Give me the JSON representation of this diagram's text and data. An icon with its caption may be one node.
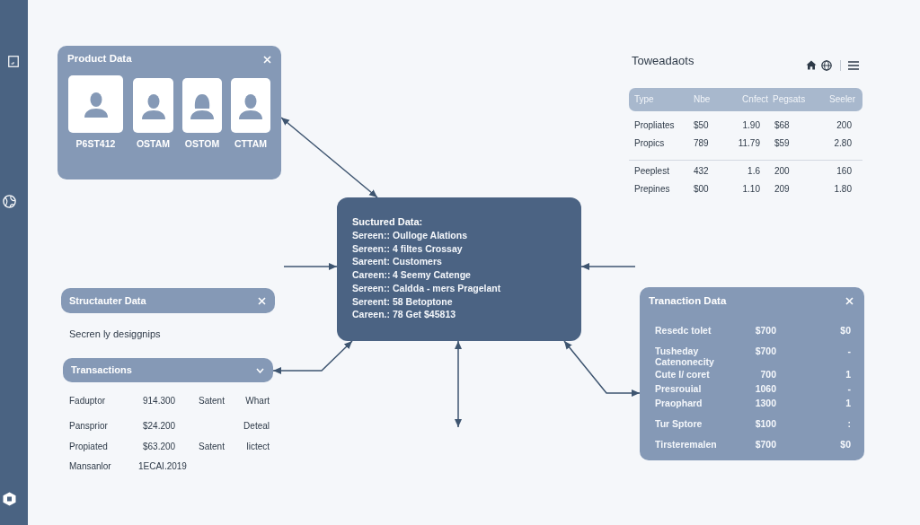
{
  "diagram": {
    "nodes": [
      {
        "text": [
          "Product Data"
        ]
      },
      {
        "text": [
          "P6ST412"
        ],
        "in": 0
      },
      {
        "text": [
          "OSTAM"
        ],
        "in": 0
      },
      {
        "text": [
          "OSTOM"
        ],
        "in": 0
      },
      {
        "text": [
          "CTTAM"
        ],
        "in": 0
      },
      {
        "text": [
          "Type",
          "Nbe",
          "Cnfect",
          "Pegsats",
          "Seeler"
        ]
      },
      {
        "text": [
          "Suctured Data:",
          "Sereen::",
          "Oulloge Alations",
          "Sereen::",
          "4 filtes Crossay",
          "Sareent:",
          "Customers",
          "Careen::",
          "4 Seemy Catenge",
          "Sereen::",
          "Caldda - mers Pragelant",
          "Sereent:",
          "58 Betoptone",
          "Careen.:",
          "78 Get $45813"
        ]
      },
      {
        "text": [
          "Structauter Data"
        ]
      },
      {
        "text": [
          "Transactions"
        ]
      },
      {
        "text": [
          "Tranaction Data",
          "Resedc tolet",
          "$700",
          "$0",
          "Tusheday Catenonecity",
          "$700",
          "-",
          "Cute I/ coret",
          "700",
          "1",
          "Presrouial",
          "1060",
          "-",
          "Praophard",
          "1300",
          "1",
          "Tur Sptore",
          "$100",
          ":",
          "Tirsteremalen",
          "$700",
          "$0"
        ]
      }
    ],
    "edges": [
      {
        "from": 0,
        "to": 6,
        "arrow": "both"
      },
      {
        "from": null,
        "to": 6,
        "arrow": "to"
      },
      {
        "from": null,
        "to": 6,
        "arrow": "to"
      },
      {
        "from": 6,
        "to": 8,
        "arrow": "both"
      },
      {
        "from": 6,
        "to": null,
        "arrow": "both"
      },
      {
        "from": 6,
        "to": 9,
        "arrow": "both"
      }
    ],
    "labels": [
      "Toweadaots",
      "Propliates",
      "$50",
      "1.90",
      "$68",
      "200",
      "Propics",
      "789",
      "11.79",
      "$59",
      "2.80",
      "Peeplest",
      "432",
      "1.6",
      "200",
      "160",
      "Prepines",
      "$00",
      "1.10",
      "209",
      "1.80",
      "Secren ly desiggnips",
      "Faduptor",
      "914.300",
      "Satent",
      "Whart",
      "Pansprior",
      "$24.200",
      "Deteal",
      "Propiated",
      "$63.200",
      "Satent",
      "lictect",
      "Mansanlor",
      "1ECAI.2019"
    ]
  }
}
